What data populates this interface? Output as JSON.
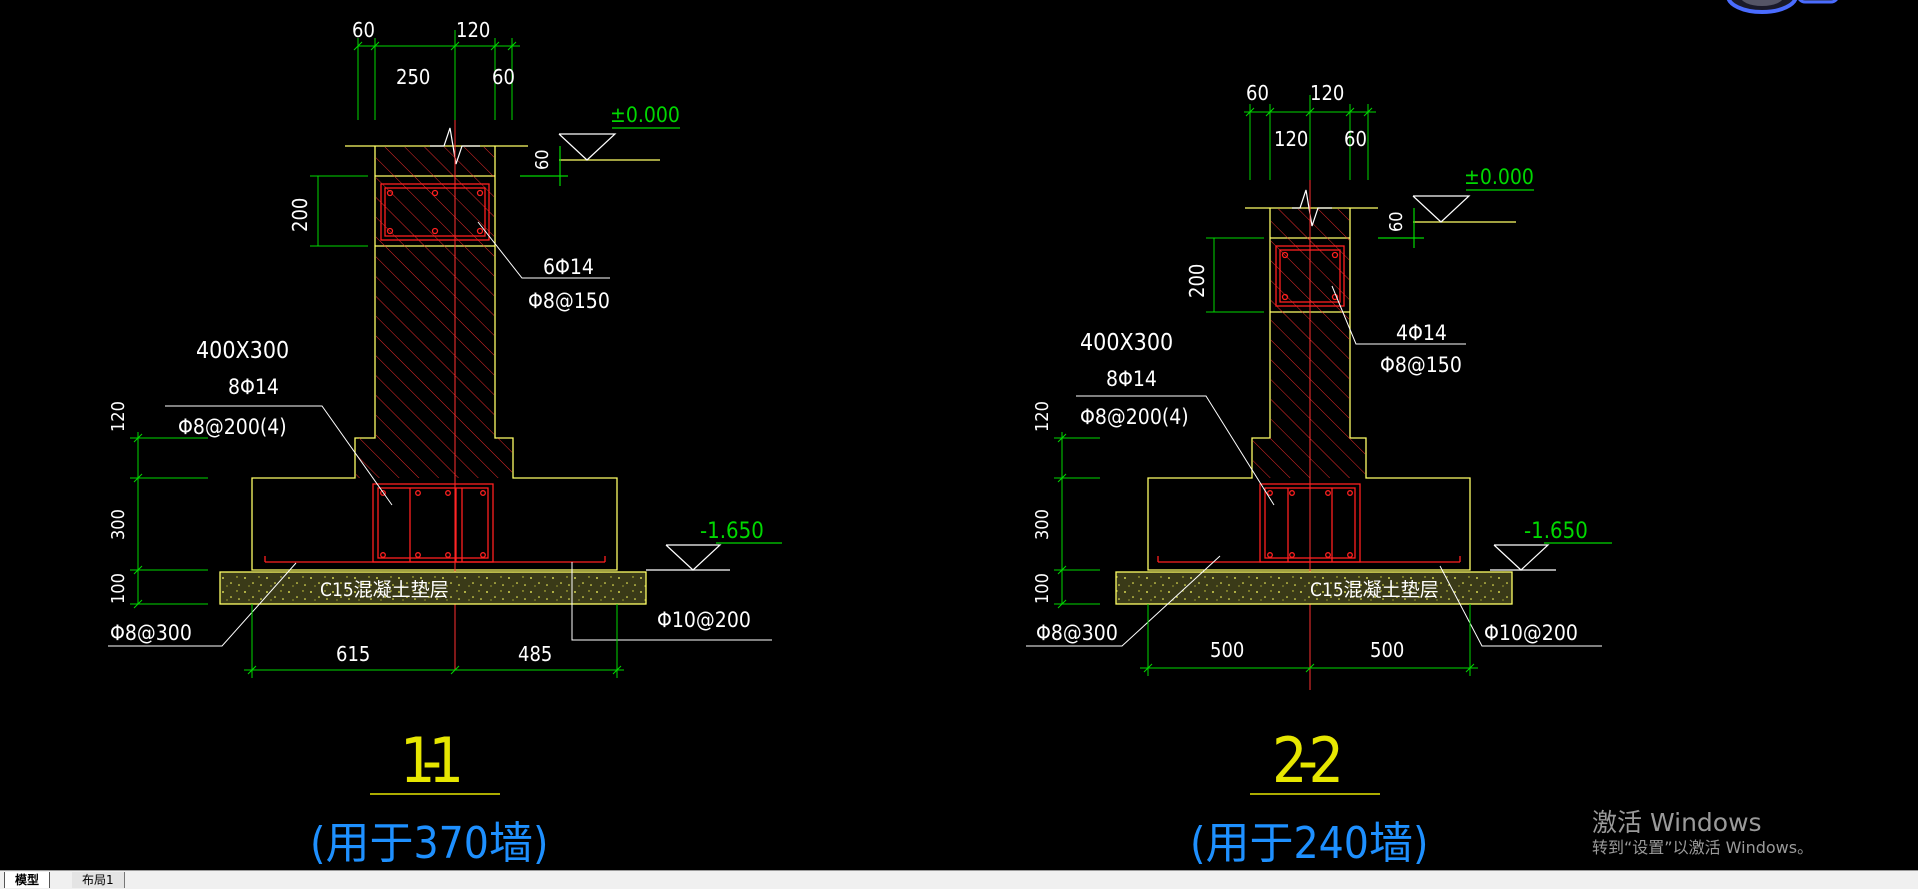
{
  "colors": {
    "background": "#000000",
    "outline": "#ffff66",
    "dimension": "#00d800",
    "rebar": "#ff2020",
    "leader": "#ffffff",
    "title": "#e6e600",
    "subtitle": "#1e90ff",
    "elevation": "#00d800",
    "pad_fill": "#40401c"
  },
  "sections": [
    {
      "title": "1-1",
      "subtitle": "(用于370墙)",
      "dim_top": "60",
      "dim_top_right": "120",
      "dim_width_left": "250",
      "dim_width_right": "60",
      "dim_ground_offset": "60",
      "ground_level": "±0.000",
      "dim_beam_height": "200",
      "beam_bars": "6Φ14",
      "beam_stirrup": "Φ8@150",
      "grade_beam_size": "400X300",
      "grade_beam_bars": "8Φ14",
      "grade_beam_stirrup": "Φ8@200(4)",
      "dim_step": "120",
      "dim_footing": "300",
      "dim_pad": "100",
      "base_level": "-1.650",
      "pad_label": "C15混凝土垫层",
      "dist_bar": "Φ8@300",
      "bottom_bar": "Φ10@200",
      "dim_base_left": "615",
      "dim_base_right": "485"
    },
    {
      "title": "2-2",
      "subtitle": "(用于240墙)",
      "dim_top": "60",
      "dim_top_right": "120",
      "dim_width_left": "120",
      "dim_width_right": "60",
      "dim_ground_offset": "60",
      "ground_level": "±0.000",
      "dim_beam_height": "200",
      "beam_bars": "4Φ14",
      "beam_stirrup": "Φ8@150",
      "grade_beam_size": "400X300",
      "grade_beam_bars": "8Φ14",
      "grade_beam_stirrup": "Φ8@200(4)",
      "dim_step": "120",
      "dim_footing": "300",
      "dim_pad": "100",
      "base_level": "-1.650",
      "pad_label": "C15混凝土垫层",
      "dist_bar": "Φ8@300",
      "bottom_bar": "Φ10@200",
      "dim_base_left": "500",
      "dim_base_right": "500"
    }
  ],
  "tabs": [
    {
      "label": "模型",
      "active": true
    },
    {
      "label": "布局1",
      "active": false
    }
  ],
  "watermark": {
    "line1": "激活 Windows",
    "line2": "转到“设置”以激活 Windows。"
  }
}
